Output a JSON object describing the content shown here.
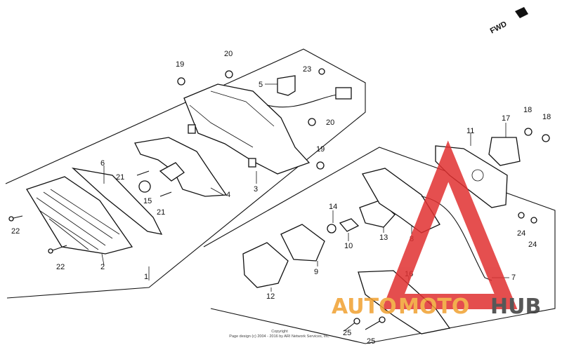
{
  "fwd_label": "FWD",
  "labels": {
    "l1": "1",
    "l2": "2",
    "l3": "3",
    "l4": "4",
    "l5": "5",
    "l6": "6",
    "l7": "7",
    "l8": "8",
    "l9": "9",
    "l10": "10",
    "l11": "11",
    "l12": "12",
    "l13": "13",
    "l14": "14",
    "l15": "15",
    "l16": "16",
    "l17": "17",
    "l18a": "18",
    "l18b": "18",
    "l19a": "19",
    "l19b": "19",
    "l20a": "20",
    "l20b": "20",
    "l21a": "21",
    "l21b": "21",
    "l22a": "22",
    "l22b": "22",
    "l23": "23",
    "l24a": "24",
    "l24b": "24",
    "l25a": "25",
    "l25b": "25"
  },
  "copyright": {
    "line1": "Copyright",
    "line2": "Page design (c) 2004 - 2016 by ARI Network Services, Inc."
  },
  "watermark": {
    "part1": "AUTO",
    "part2": "MOTO",
    "part3": "HUB",
    "color_primary": "#f0a030",
    "color_dark": "#3a3a3a",
    "color_triangle": "#e03030"
  }
}
